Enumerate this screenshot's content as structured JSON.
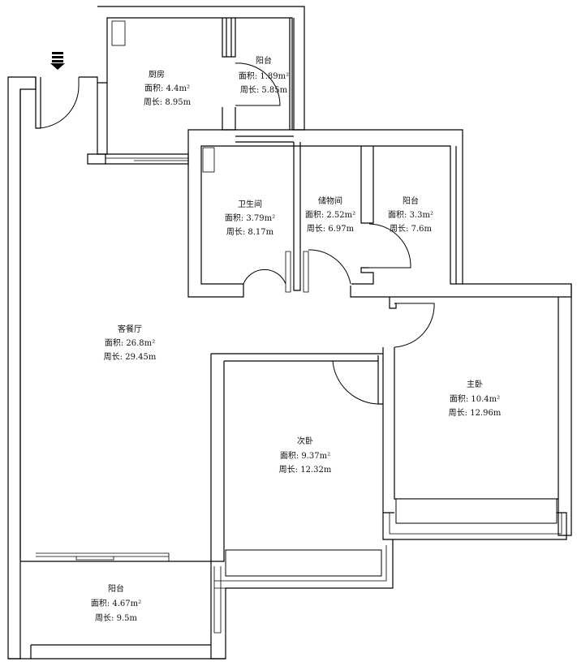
{
  "rooms": {
    "kitchen": {
      "name": "厨房",
      "area": "面积: 4.4m²",
      "perimeter": "周长: 8.95m"
    },
    "balcony_top": {
      "name": "阳台",
      "area": "面积: 1.89m²",
      "perimeter": "周长: 5.85m"
    },
    "bathroom": {
      "name": "卫生间",
      "area": "面积: 3.79m²",
      "perimeter": "周长: 8.17m"
    },
    "storage": {
      "name": "储物间",
      "area": "面积: 2.52m²",
      "perimeter": "周长: 6.97m"
    },
    "balcony_mid": {
      "name": "阳台",
      "area": "面积: 3.3m²",
      "perimeter": "周长: 7.6m"
    },
    "living_dining": {
      "name": "客餐厅",
      "area": "面积: 26.8m²",
      "perimeter": "周长: 29.45m"
    },
    "master_bedroom": {
      "name": "主卧",
      "area": "面积: 10.4m²",
      "perimeter": "周长: 12.96m"
    },
    "second_bedroom": {
      "name": "次卧",
      "area": "面积: 9.37m²",
      "perimeter": "周长: 12.32m"
    },
    "balcony_bottom": {
      "name": "阳台",
      "area": "面积: 4.67m²",
      "perimeter": "周长: 9.5m"
    }
  },
  "icons": {
    "entrance": "entrance-arrow-icon"
  }
}
